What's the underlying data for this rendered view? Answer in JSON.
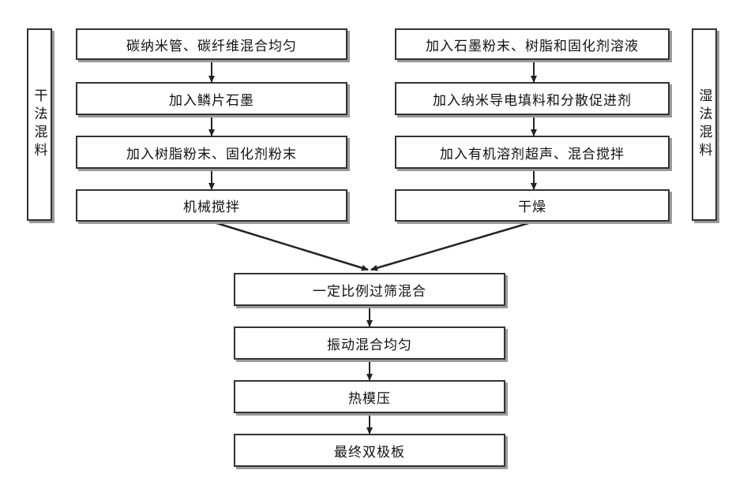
{
  "dry": {
    "label": "干法混料",
    "steps": [
      "碳纳米管、碳纤维混合均匀",
      "加入鳞片石墨",
      "加入树脂粉末、固化剂粉末",
      "机械搅拌"
    ]
  },
  "wet": {
    "label": "湿法混料",
    "steps": [
      "加入石墨粉末、树脂和固化剂溶液",
      "加入纳米导电填料和分散促进剂",
      "加入有机溶剂超声、混合搅拌",
      "干燥"
    ]
  },
  "merge": {
    "steps": [
      "一定比例过筛混合",
      "振动混合均匀",
      "热模压",
      "最终双极板"
    ]
  }
}
